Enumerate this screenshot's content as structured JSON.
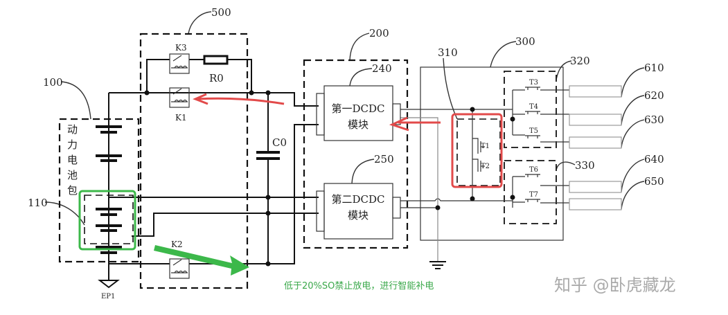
{
  "labels": {
    "block_500": "500",
    "block_100": "100",
    "block_110": "110",
    "block_200": "200",
    "block_240": "240",
    "block_250": "250",
    "block_300": "300",
    "block_310": "310",
    "block_320": "320",
    "block_330": "330",
    "out_610": "610",
    "out_620": "620",
    "out_630": "630",
    "out_640": "640",
    "out_650": "650"
  },
  "components": {
    "k1": "K1",
    "k2": "K2",
    "k3": "K3",
    "r0": "R0",
    "c0": "C0",
    "ep1": "EP1",
    "t1": "T1",
    "t2": "T2",
    "t3": "T3",
    "t4": "T4",
    "t5": "T5",
    "t6": "T6",
    "t7": "T7"
  },
  "battery_pack": [
    "动",
    "力",
    "电",
    "池",
    "包"
  ],
  "dcdc1": {
    "line1": "第一DCDC",
    "line2": "模块"
  },
  "dcdc2": {
    "line1": "第二DCDC",
    "line2": "模块"
  },
  "annotation": "低于20%SO禁止放电，进行智能补电",
  "watermark": "知乎 @卧虎藏龙",
  "colors": {
    "red_mark": "#e24a4a",
    "green_mark": "#3cb84a",
    "annotation_text": "#3aa84a",
    "watermark": "#aaaaaa"
  }
}
